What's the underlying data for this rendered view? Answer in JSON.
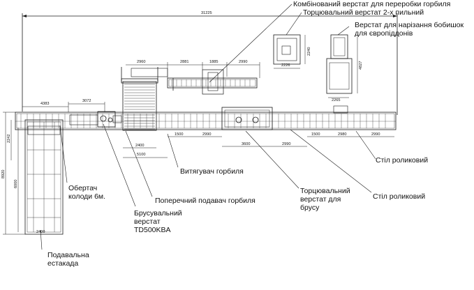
{
  "labels": {
    "combined_station": "Комбінований верстат для переробки горбиля",
    "end_saw_2": "Торцювальний верстат 2-х пильний",
    "block_station": "Верстат для нарізання бобишок для європіддонів",
    "puller": "Витягувач горбиля",
    "cross_feeder": "Поперечний подавач горбиля",
    "log_turner": "Обертач колоди 6м.",
    "bar_machine": "Брусувальний верстат TD500KBA",
    "end_saw_bar": "Торцювальний верстат для брусу",
    "roller_table_1": "Стіл роликовий",
    "roller_table_2": "Стіл роликовий",
    "feed_trestle": "Подавальна естакада"
  },
  "dimensions": {
    "total": "31225",
    "d2960": "2960",
    "d2881": "2881",
    "d1885": "1885",
    "d2990a": "2990",
    "d2226": "2226",
    "d2240": "2240",
    "d4827": "4827",
    "d2265": "2265",
    "d4383": "4383",
    "d3072": "3072",
    "d2242": "2242",
    "d8920": "8920",
    "d6000": "6000",
    "d2400a": "2400",
    "d5100": "5100",
    "d1500a": "1500",
    "d2990b": "2990",
    "d3600": "3600",
    "d2990c": "2990",
    "d1500b": "1500",
    "d2980": "2980",
    "d2990d": "2990",
    "d2400b": "2400"
  }
}
